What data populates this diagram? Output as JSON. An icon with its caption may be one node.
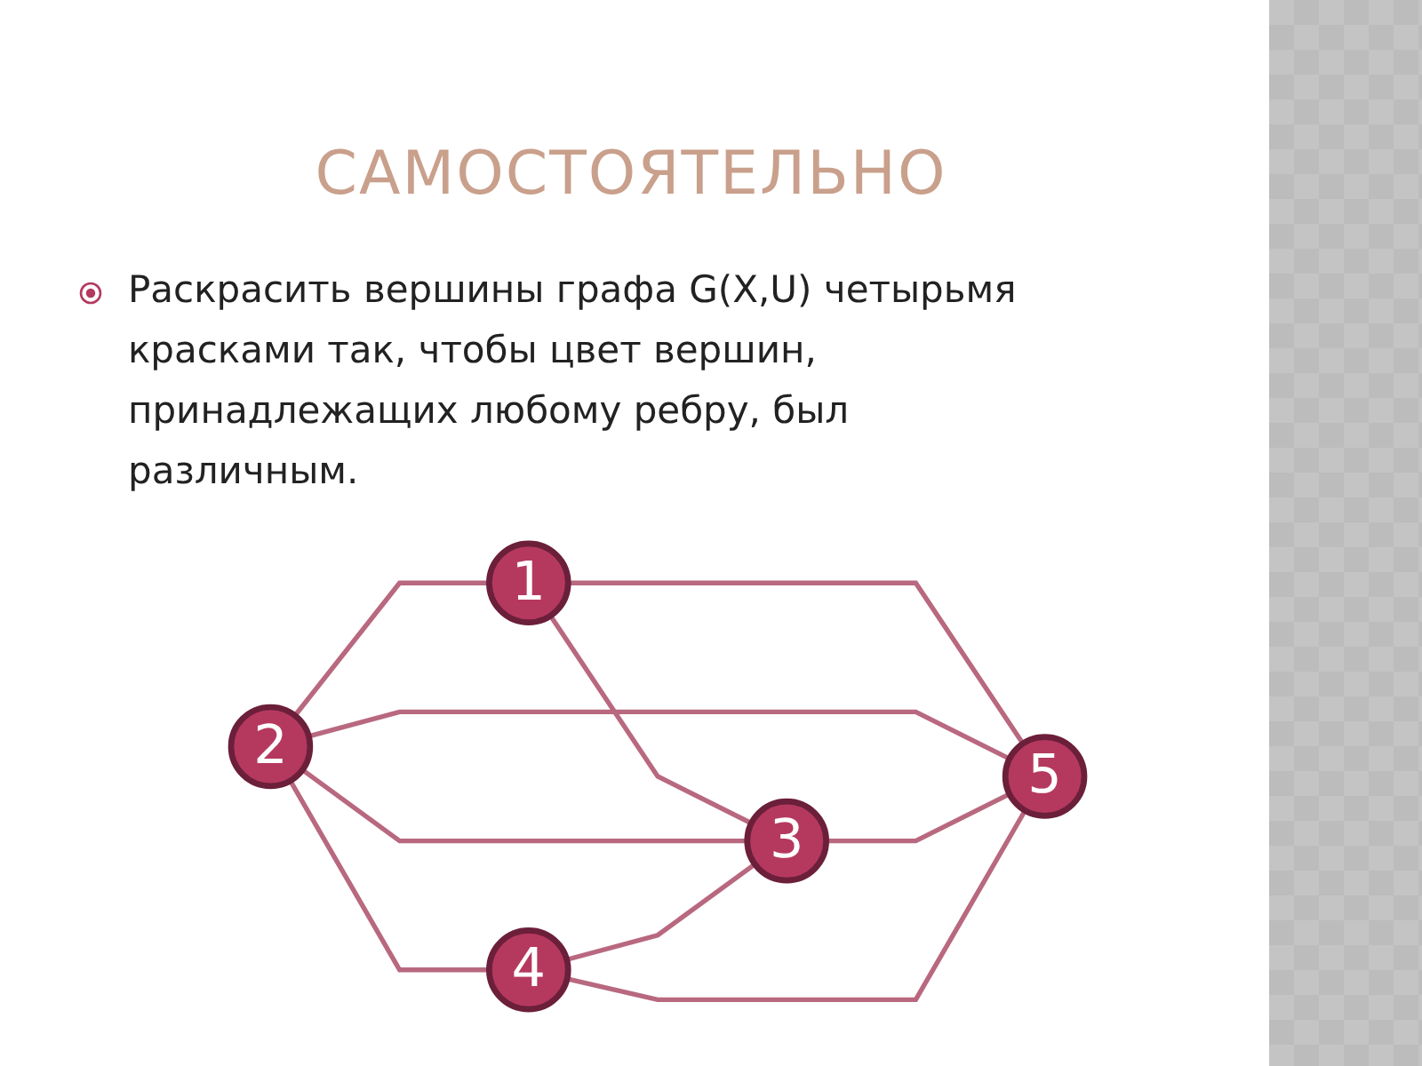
{
  "diagram": {
    "title": "САМОСТОЯТЕЛЬНО",
    "nodes": [
      {
        "text": [
          "1"
        ]
      },
      {
        "text": [
          "2"
        ]
      },
      {
        "text": [
          "3"
        ]
      },
      {
        "text": [
          "4"
        ]
      },
      {
        "text": [
          "5"
        ]
      }
    ],
    "edges": [
      {
        "from": 1,
        "to": 0,
        "arrow": "none"
      },
      {
        "from": 0,
        "to": 2,
        "arrow": "none"
      },
      {
        "from": 0,
        "to": 4,
        "arrow": "none"
      },
      {
        "from": 1,
        "to": 2,
        "arrow": "none"
      },
      {
        "from": 1,
        "to": 3,
        "arrow": "none"
      },
      {
        "from": 1,
        "to": 4,
        "arrow": "none"
      },
      {
        "from": 3,
        "to": 2,
        "arrow": "none"
      },
      {
        "from": 2,
        "to": 4,
        "arrow": "none"
      },
      {
        "from": 3,
        "to": 4,
        "arrow": "none"
      }
    ],
    "labels": [
      "Раскрасить вершины графа G(X,U) четырьмя красками так, чтобы цвет вершин, принадлежащих любому ребру, был различным."
    ]
  }
}
